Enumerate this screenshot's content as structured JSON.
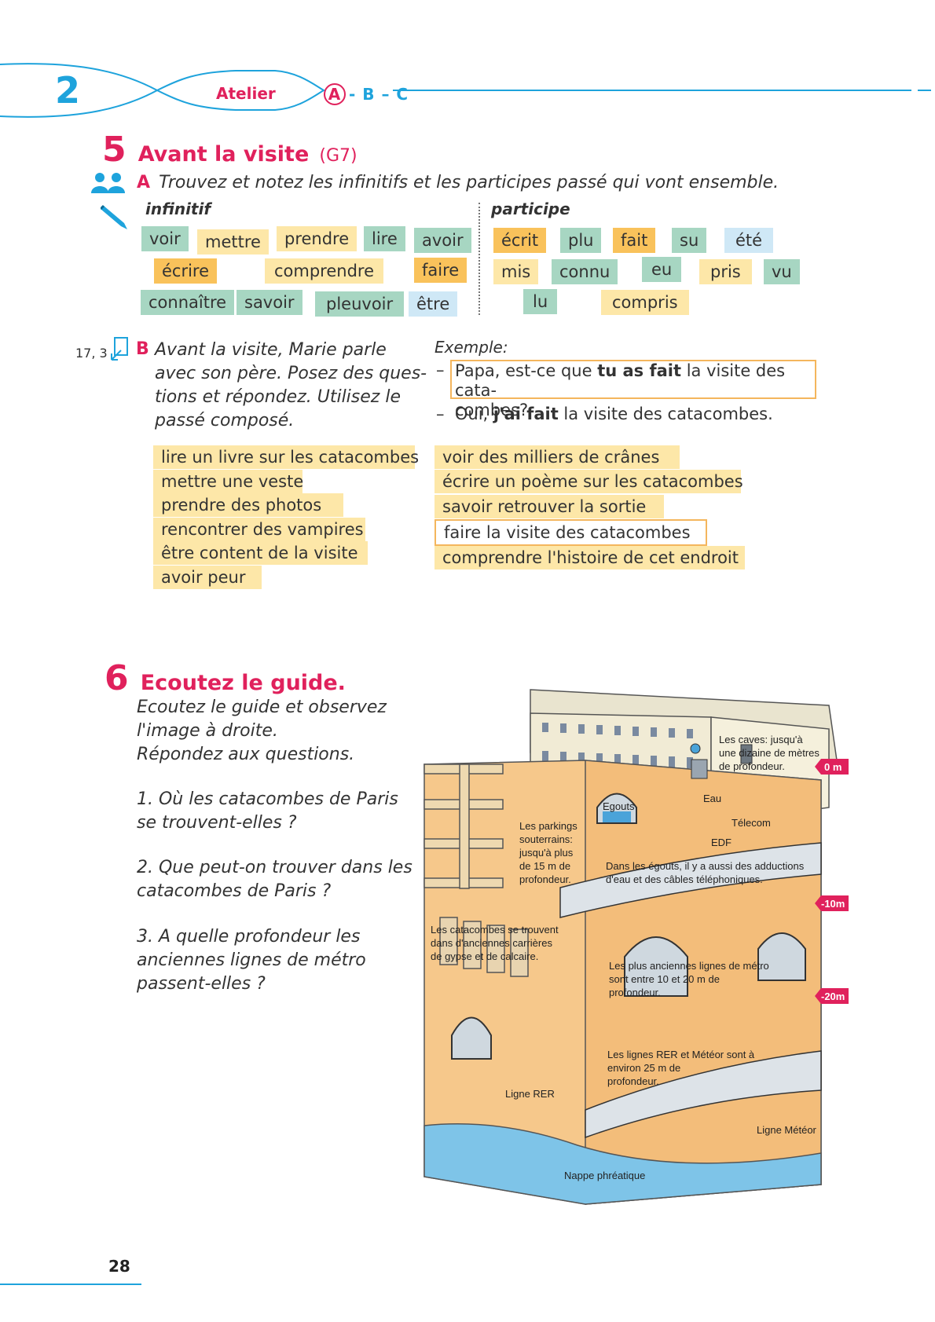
{
  "header": {
    "unit_number": "2",
    "section_label": "Atelier",
    "letter_a": "A",
    "letters_rest": "- B – C"
  },
  "exercise5": {
    "number": "5",
    "title": "Avant la visite",
    "grammar_ref": "(G7)",
    "partA": {
      "letter": "A",
      "instruction": "Trouvez et notez les infinitifs et les participes passé qui vont ensemble.",
      "infinitif_header": "infinitif",
      "participe_header": "participe",
      "infinitifs": [
        "voir",
        "mettre",
        "prendre",
        "lire",
        "avoir",
        "écrire",
        "comprendre",
        "faire",
        "connaître",
        "savoir",
        "pleuvoir",
        "être"
      ],
      "participes": [
        "écrit",
        "plu",
        "fait",
        "su",
        "été",
        "mis",
        "connu",
        "eu",
        "pris",
        "vu",
        "lu",
        "compris"
      ]
    },
    "partB": {
      "ref": "17, 3",
      "letter": "B",
      "instruction_lines": [
        "Avant la visite, Marie parle",
        "avec son père. Posez des ques-",
        "tions et répondez. Utilisez le",
        "passé composé."
      ],
      "example_label": "Exemple:",
      "example_q_pre": "Papa, est-ce que ",
      "example_q_bold": "tu as fait",
      "example_q_post1": " la visite des cata-",
      "example_q_post2": "combes?",
      "example_a_pre": "Oui, ",
      "example_a_bold": "j'ai fait",
      "example_a_post": " la visite des catacombes.",
      "dash": "–",
      "left_items": [
        "lire un livre sur les catacombes",
        "mettre une veste",
        "prendre des photos",
        "rencontrer des vampires",
        "être content de la visite",
        "avoir peur"
      ],
      "right_items": [
        "voir des milliers de crânes",
        "écrire un poème sur les catacombes",
        "savoir retrouver la sortie",
        "faire la visite des catacombes",
        "comprendre l'histoire de cet endroit"
      ]
    }
  },
  "exercise6": {
    "number": "6",
    "title": "Ecoutez le guide.",
    "intro_lines": [
      "Ecoutez le guide et observez",
      "l'image à droite.",
      "Répondez aux questions."
    ],
    "q1_lines": [
      "1. Où les catacombes de Paris",
      "se trouvent-elles ?"
    ],
    "q2_lines": [
      "2. Que peut-on trouver dans les",
      "catacombes de Paris ?"
    ],
    "q3_lines": [
      "3. A quelle profondeur les",
      "anciennes lignes de métro",
      "passent-elles ?"
    ]
  },
  "illustration": {
    "caves_lines": [
      "Les caves: jusqu'à",
      "une dizaine de mètres",
      "de profondeur."
    ],
    "depth_0": "0 m",
    "depth_10": "-10m",
    "depth_20": "-20m",
    "egouts": "Egouts",
    "eau": "Eau",
    "telecom": "Télecom",
    "edf": "EDF",
    "parkings_lines": [
      "Les parkings",
      "souterrains:",
      "jusqu'à plus",
      "de 15 m de",
      "profondeur."
    ],
    "egouts_desc_lines": [
      "Dans les égouts, il y a aussi des adductions",
      "d'eau et des câbles téléphoniques."
    ],
    "catacombes_lines": [
      "Les catacombes se trouvent",
      "dans d'anciennes carrières",
      "de gypse et de calcaire."
    ],
    "metro_lines": [
      "Les plus anciennes lignes de métro",
      "sont entre 10 et 20 m de",
      "profondeur."
    ],
    "rer_desc_lines": [
      "Les lignes RER et Météor sont à",
      "environ 25 m de",
      "profondeur."
    ],
    "ligne_rer": "Ligne RER",
    "ligne_meteor": "Ligne Météor",
    "nappe": "Nappe phréatique"
  },
  "footer": {
    "page_number": "28"
  },
  "colors": {
    "accent_pink": "#e0215c",
    "accent_blue": "#1ea3dc",
    "tag_green": "#a7d6c2",
    "tag_yellow": "#fde7a8",
    "tag_orange": "#f9c25b",
    "tag_blue": "#cfe8f6"
  }
}
